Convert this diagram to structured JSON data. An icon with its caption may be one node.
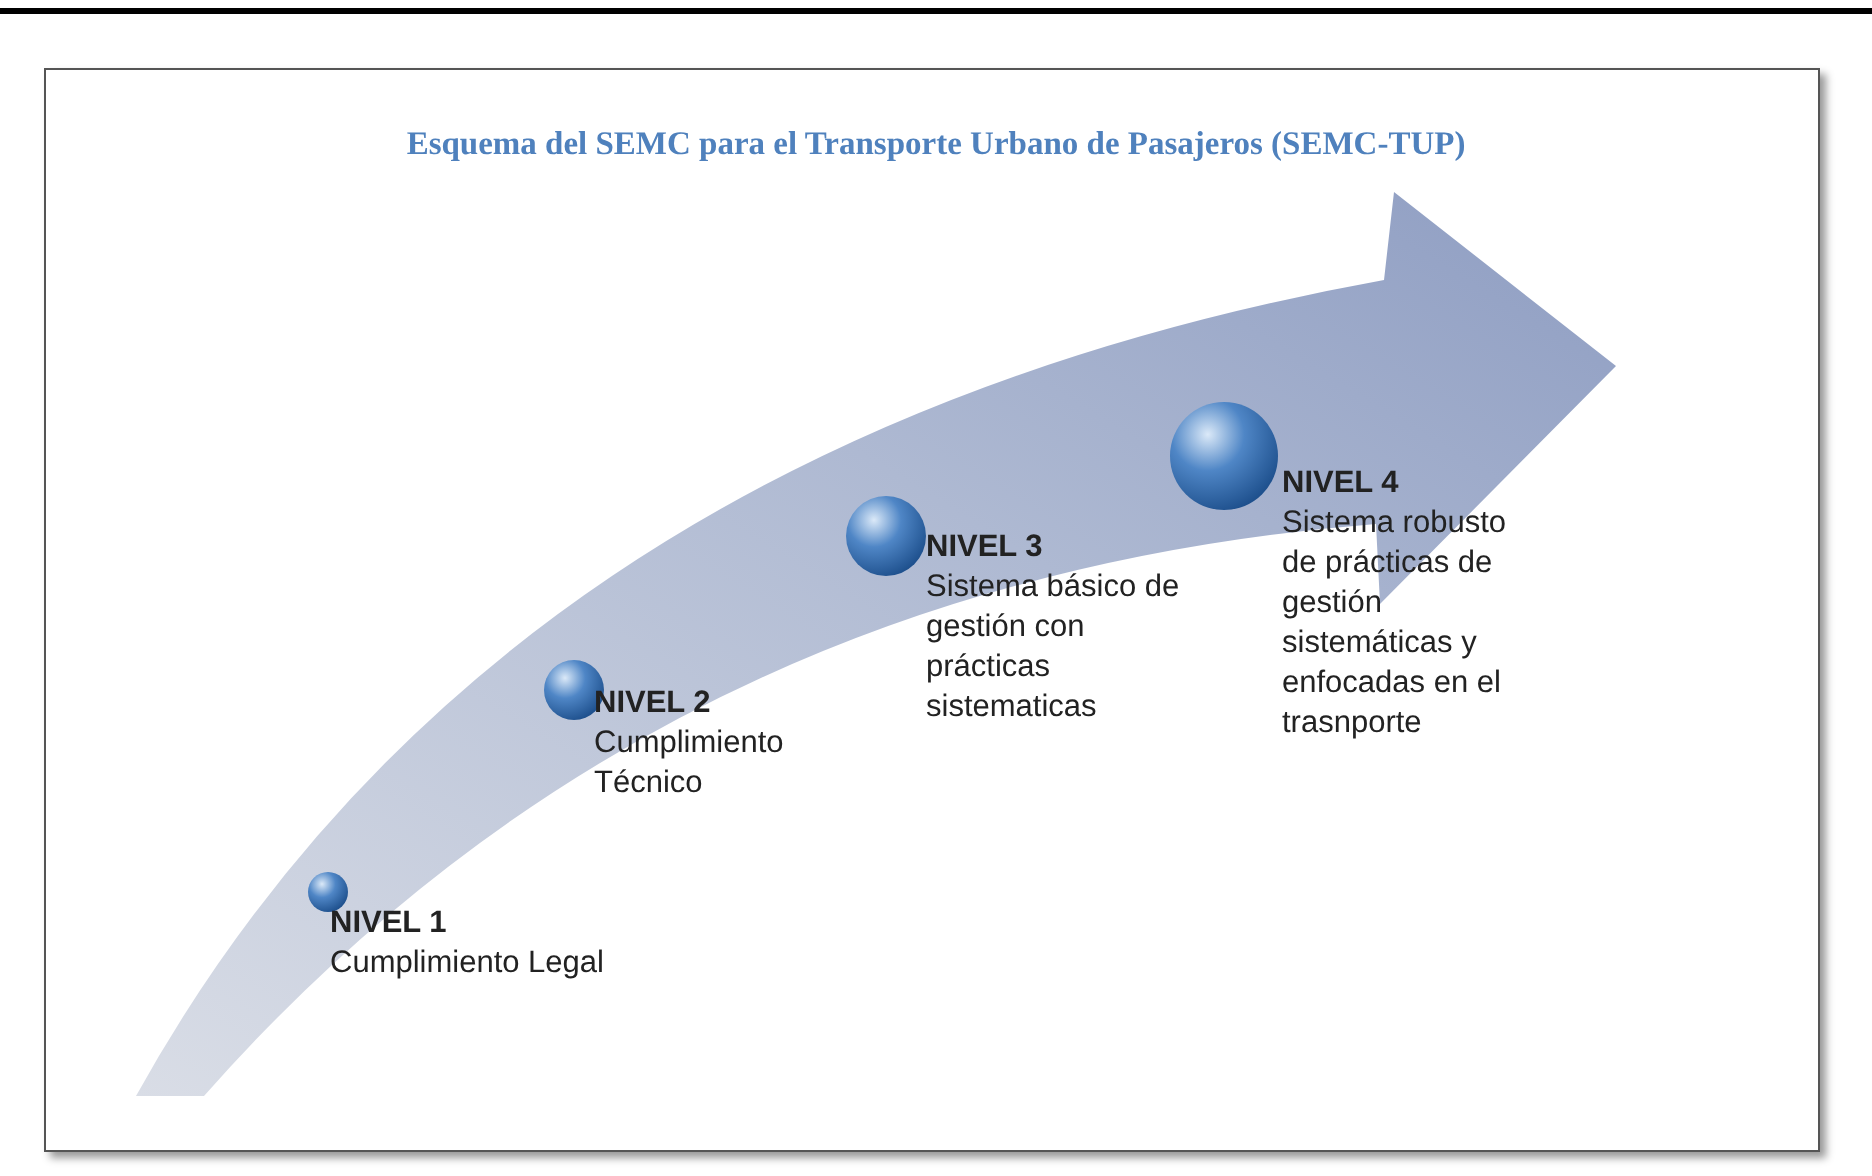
{
  "diagram": {
    "title": "Esquema del SEMC para el Transporte Urbano de Pasajeros (SEMC-TUP)",
    "nodes": [
      {
        "text": [
          "NIVEL 1",
          "Cumplimiento Legal"
        ]
      },
      {
        "text": [
          "NIVEL 2",
          "Cumplimiento Técnico"
        ]
      },
      {
        "text": [
          "NIVEL 3",
          "Sistema básico de gestión con prácticas sistematicas"
        ]
      },
      {
        "text": [
          "NIVEL 4",
          "Sistema robusto de prácticas de gestión sistemáticas y enfocadas en el trasnporte"
        ]
      }
    ]
  }
}
